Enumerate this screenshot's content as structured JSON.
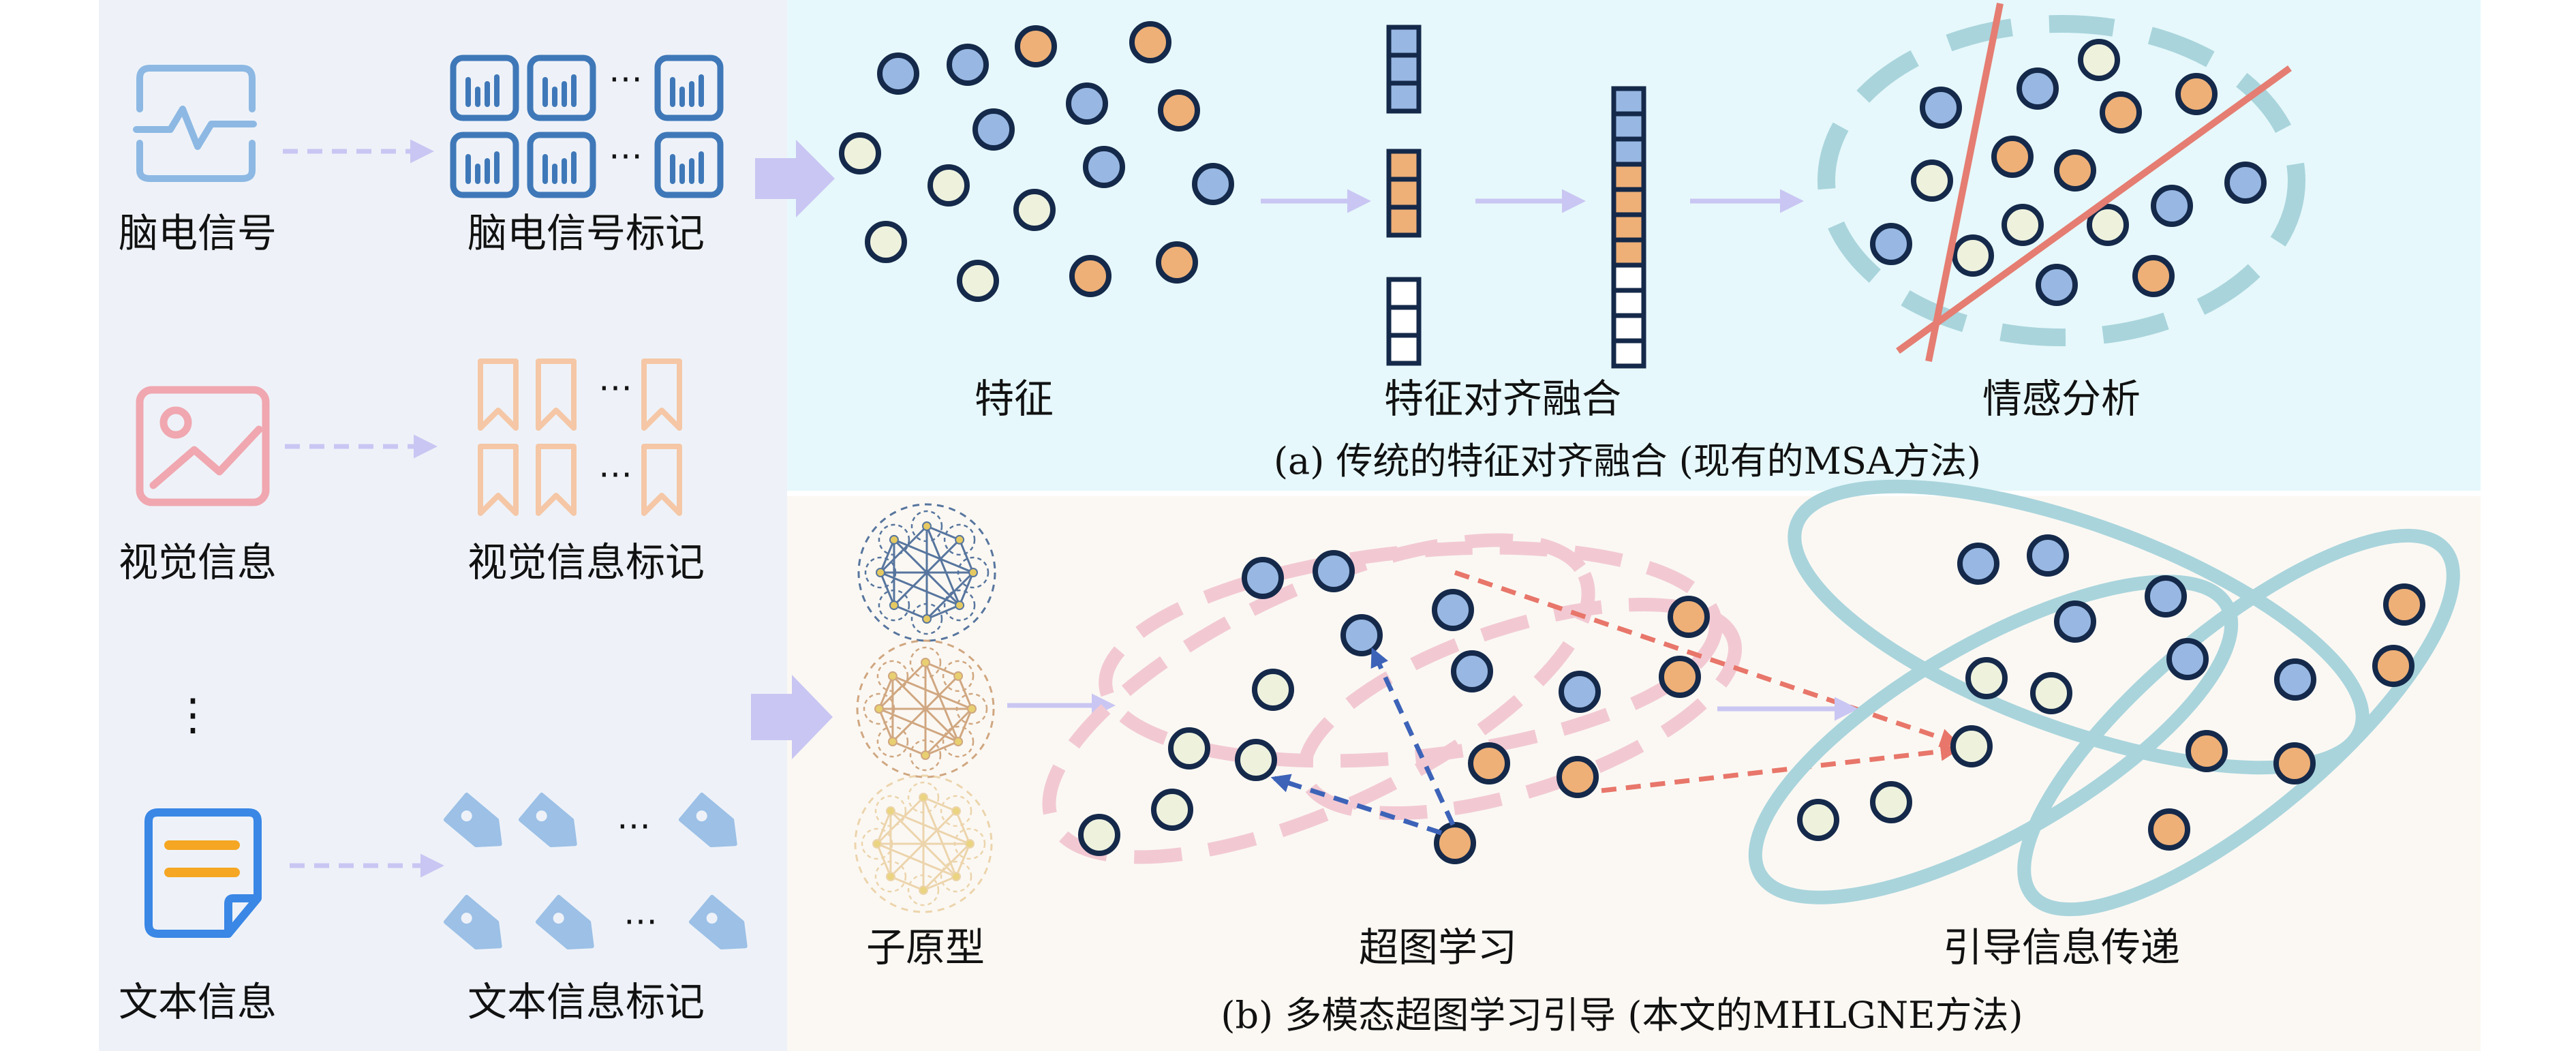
{
  "colors": {
    "left_panel_bg": "#eef2f8",
    "top_panel_bg": "#e6f8fb",
    "bottom_panel_bg": "#fbf8f3",
    "blue_node": "#98b8e3",
    "light_node": "#eef2dd",
    "orange_node": "#eeb077",
    "node_stroke": "#15294a",
    "arrow_lavender": "#c9c6f3",
    "ellipse_teal": "#a9d4dc",
    "ellipse_pink": "#f2c9d3",
    "divider_red": "#e57d72",
    "dashed_red": "#e8766a",
    "dashed_blue": "#3d63b8",
    "eeg_icon": "#8db8e3",
    "eeg_token": "#3f78b8",
    "visual_icon": "#f0a7b0",
    "visual_token": "#f5c7a6",
    "text_icon_blue": "#3a87e6",
    "text_icon_orange": "#f5a623",
    "text_token": "#9cc0e6"
  },
  "icons": {
    "eeg_signal": "eeg-waveform-icon",
    "eeg_token": "bar-chart-token-icon",
    "visual": "image-mountain-icon",
    "visual_token": "bookmark-token-icon",
    "text": "document-icon",
    "text_token": "price-tag-token-icon",
    "prototype": "network-graph-icon",
    "big_arrow": "right-arrow-icon"
  },
  "left": {
    "eeg_label": "脑电信号",
    "eeg_token_label": "脑电信号标记",
    "visual_label": "视觉信息",
    "visual_token_label": "视觉信息标记",
    "ellipsis_vertical": "⋮",
    "text_label": "文本信息",
    "text_token_label": "文本信息标记",
    "ellipsis": "⋯"
  },
  "top": {
    "label_features": "特征",
    "label_alignment": "特征对齐融合",
    "label_sentiment": "情感分析",
    "caption": "(a) 传统的特征对齐融合 (现有的MSA方法)"
  },
  "bottom": {
    "label_prototype": "子原型",
    "label_hypergraph": "超图学习",
    "label_guided": "引导信息传递",
    "caption": "(b) 多模态超图学习引导 (本文的MHLGNE方法)"
  }
}
